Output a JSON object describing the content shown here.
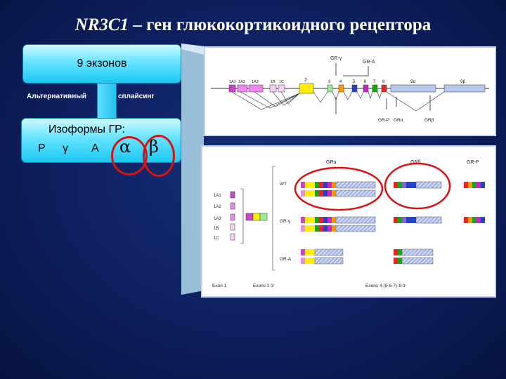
{
  "title": {
    "gene": "NR3C1",
    "rest": " – ген глюкокортикоидного рецептора"
  },
  "box1": {
    "label": "9 экзонов"
  },
  "splicing": {
    "left": "Альтернативный",
    "right": "сплайсинг"
  },
  "box2": {
    "label": "Изоформы ГР:",
    "isoforms": [
      "P",
      "γ",
      "A"
    ],
    "greek": [
      "α",
      "β"
    ]
  },
  "gene_map": {
    "top_labels": [
      "GR-γ",
      "GR-A"
    ],
    "exon_labels": [
      "1A1",
      "1A2",
      "1A3",
      "1B",
      "1C",
      "2",
      "3",
      "4",
      "5",
      "6",
      "7",
      "8",
      "9α",
      "9β"
    ],
    "bottom_labels": [
      "GR-P",
      "GRα",
      "GRβ"
    ]
  },
  "isoform_panel": {
    "col_labels": [
      "GRα",
      "GRβ",
      "GR-P"
    ],
    "row_labels": [
      "WT",
      "GR-γ",
      "GR-A"
    ],
    "exon1_labels": [
      "1A1",
      "1A2",
      "1A3",
      "1B",
      "1C"
    ],
    "footer": [
      "Exon 1",
      "Exons 2-3",
      "Exons 4-(5-6-7)-8-9"
    ]
  },
  "colors": {
    "box_gradient": [
      "#cdfbff",
      "#1cc8f2"
    ],
    "highlight_ring": "#dd1111",
    "exon_palette": [
      "#cc44cc",
      "#ee88ee",
      "#ffee00",
      "#99ee99",
      "#ff9900",
      "#2244cc",
      "#cc22cc",
      "#11aa11",
      "#ee2222",
      "#8866cc"
    ]
  }
}
